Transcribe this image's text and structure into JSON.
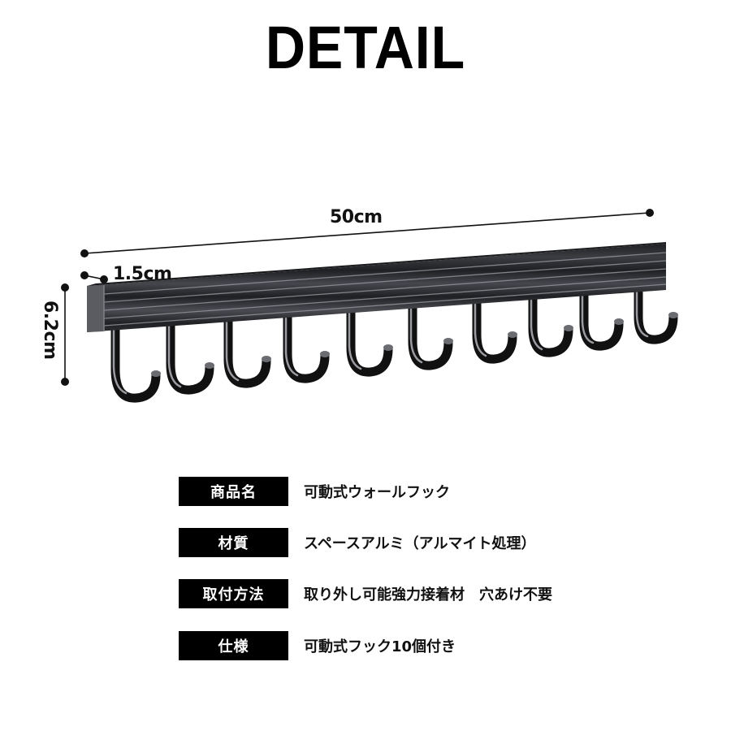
{
  "header": {
    "title": "DETAIL"
  },
  "product": {
    "name": "wall-hook-rail",
    "hook_count": 10,
    "colors": {
      "body": "#2b2c30",
      "highlight": "#8e9096",
      "end_cap": "#55575c",
      "dimension_line": "#111111"
    }
  },
  "dimensions": {
    "width": "50cm",
    "depth": "1.5cm",
    "height": "6.2cm"
  },
  "specs": [
    {
      "label": "商品名",
      "value": "可動式ウォールフック"
    },
    {
      "label": "材質",
      "value": "スペースアルミ（アルマイト処理）"
    },
    {
      "label": "取付方法",
      "value": "取り外し可能強力接着材　穴あけ不要"
    },
    {
      "label": "仕様",
      "value": "可動式フック10個付き"
    }
  ]
}
